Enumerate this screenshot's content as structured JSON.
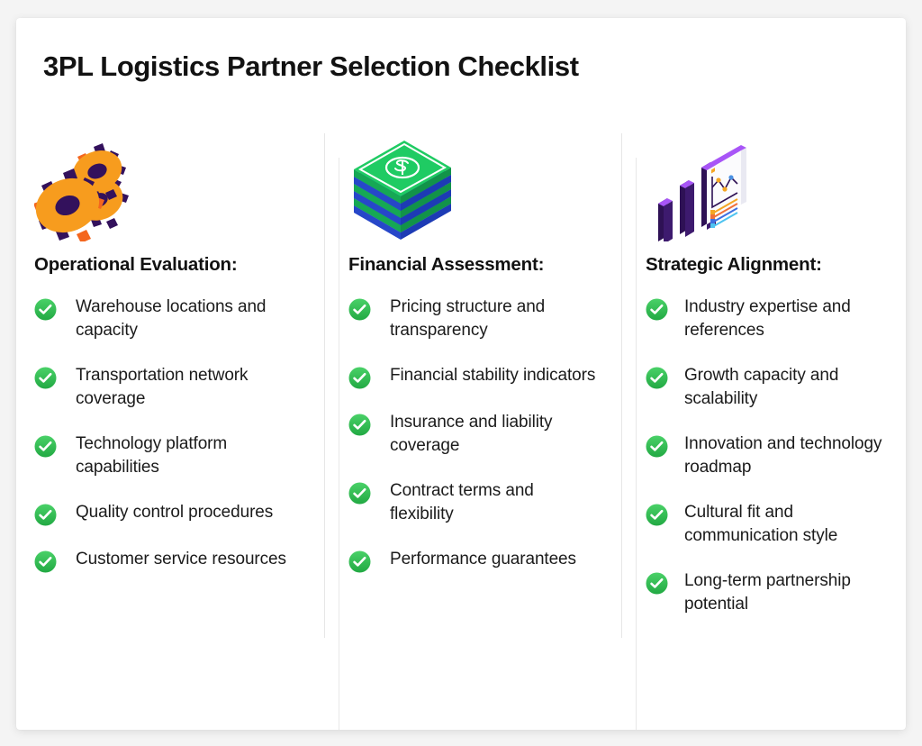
{
  "page": {
    "title": "3PL Logistics Partner Selection Checklist",
    "background_color": "#f4f4f4",
    "card_color": "#ffffff"
  },
  "colors": {
    "check_green_light": "#4ad168",
    "check_green_dark": "#28a745",
    "gear_orange": "#f79c1e",
    "gear_orange_dark": "#f4661e",
    "gear_purple": "#33115c",
    "money_green": "#1fcb63",
    "money_blue": "#2f54eb",
    "chart_purple_light": "#a855f7",
    "chart_purple_dark": "#2e1155",
    "divider": "#e8e8e8",
    "text": "#121212"
  },
  "columns": [
    {
      "icon": "gears-icon",
      "heading": "Operational Evaluation:",
      "items": [
        "Warehouse locations and capacity",
        "Transportation network coverage",
        "Technology platform capabilities",
        "Quality control procedures",
        "Customer service resources"
      ]
    },
    {
      "icon": "money-stack-icon",
      "heading": "Financial Assessment:",
      "items": [
        "Pricing structure and transparency",
        "Financial stability indicators",
        "Insurance and liability coverage",
        "Contract terms and flexibility",
        "Performance guarantees"
      ]
    },
    {
      "icon": "bar-chart-report-icon",
      "heading": "Strategic Alignment:",
      "items": [
        "Industry expertise and references",
        "Growth capacity and scalability",
        "Innovation and technology roadmap",
        "Cultural fit and communication style",
        "Long-term partnership potential"
      ]
    }
  ]
}
